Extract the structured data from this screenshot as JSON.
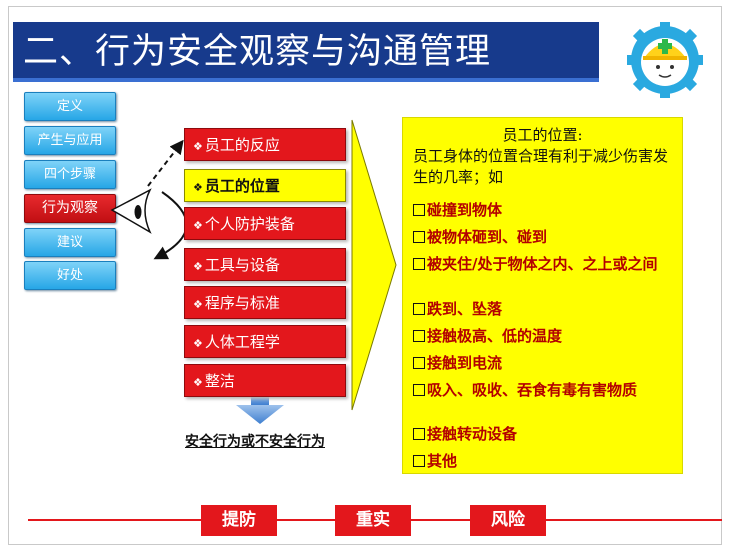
{
  "title": "二、行为安全观察与沟通管理",
  "logo": {
    "icon": "safety-helmet-mascot-icon"
  },
  "nav": [
    {
      "label": "定义",
      "active": false
    },
    {
      "label": "产生与应用",
      "active": false
    },
    {
      "label": "四个步骤",
      "active": false
    },
    {
      "label": "行为观察",
      "active": true
    },
    {
      "label": "建议",
      "active": false
    },
    {
      "label": "好处",
      "active": false
    }
  ],
  "steps": [
    {
      "label": "员工的反应",
      "selected": false
    },
    {
      "label": "员工的位置",
      "selected": true
    },
    {
      "label": "个人防护装备",
      "selected": false
    },
    {
      "label": "工具与设备",
      "selected": false
    },
    {
      "label": "程序与标准",
      "selected": false
    },
    {
      "label": "人体工程学",
      "selected": false
    },
    {
      "label": "整洁",
      "selected": false
    }
  ],
  "result_label": "安全行为或不安全行为",
  "info": {
    "title": "员工的位置:",
    "description": "员工身体的位置合理有利于减少伤害发生的几率；如",
    "items": [
      "碰撞到物体",
      "被物体砸到、碰到",
      "被夹住/处于物体之内、之上或之间",
      "跌到、坠落",
      "接触极高、低的温度",
      "接触到电流",
      "吸入、吸收、吞食有毒有害物质",
      "接触转动设备",
      "其他"
    ]
  },
  "footer": [
    "提防",
    "重实",
    "风险"
  ],
  "colors": {
    "title_bg": "#173a8c",
    "accent_red": "#e3171c",
    "highlight": "#ffff00",
    "nav_blue": "#26a6e6"
  }
}
